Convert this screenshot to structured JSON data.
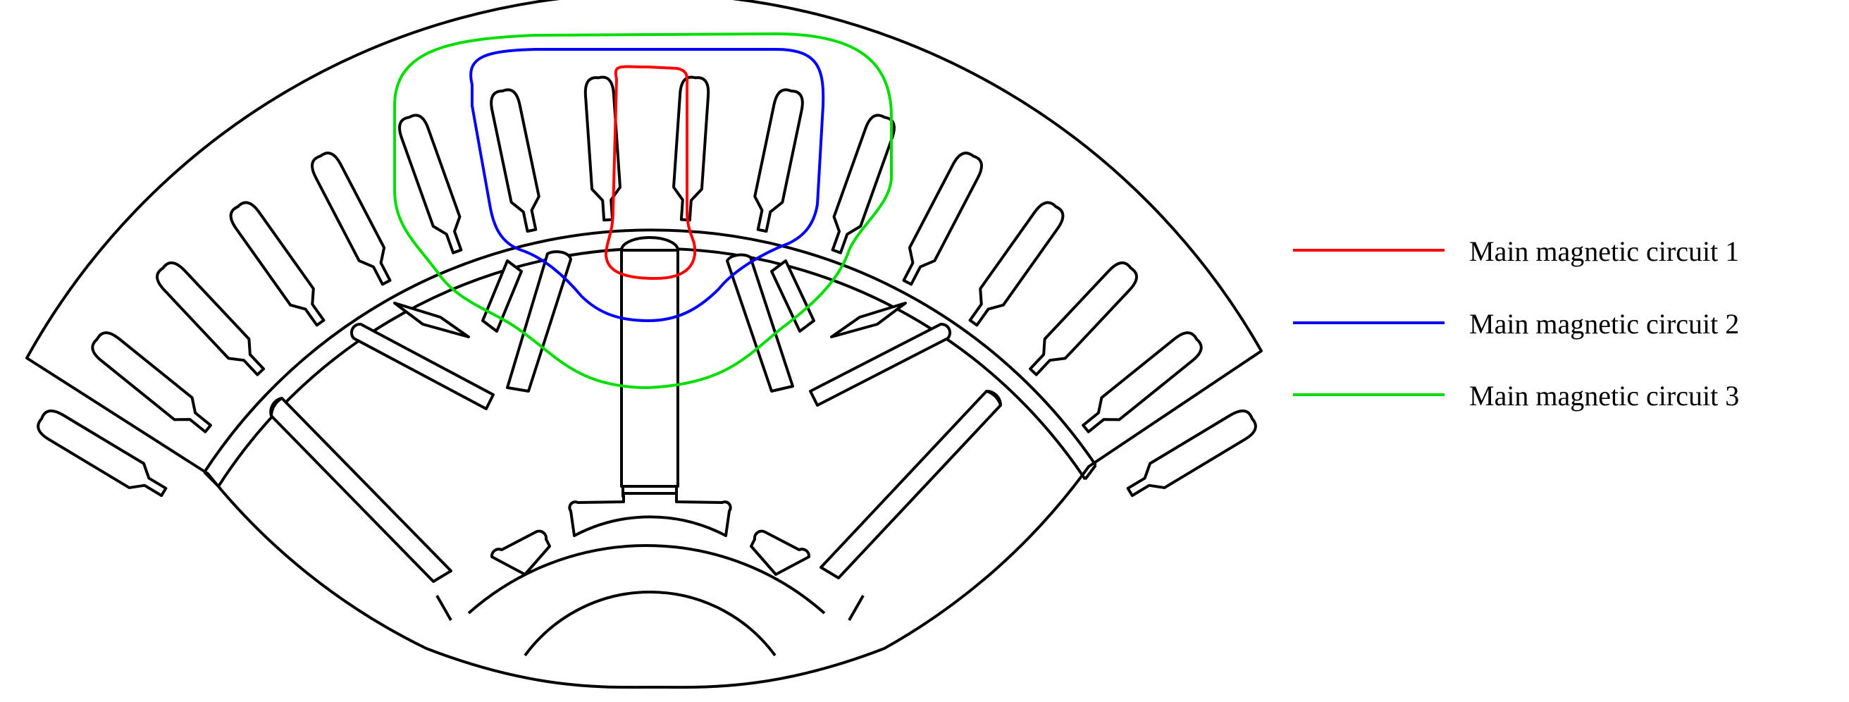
{
  "legend": {
    "items": [
      {
        "label": "Main magnetic circuit 1",
        "color": "#ff0000"
      },
      {
        "label": "Main magnetic circuit 2",
        "color": "#0000ff"
      },
      {
        "label": "Main magnetic circuit 3",
        "color": "#00dd00"
      }
    ]
  },
  "diagram": {
    "stator_slot_count": 16,
    "rotor_pole_count": 1,
    "line_color": "#000000"
  }
}
